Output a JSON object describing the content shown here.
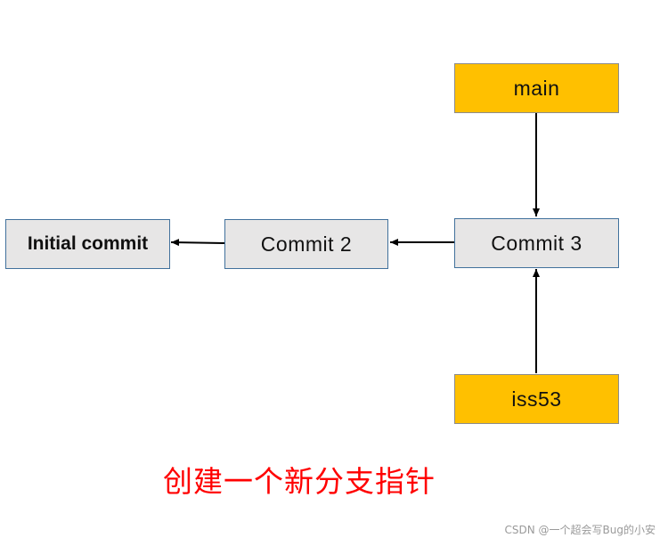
{
  "nodes": {
    "initial_commit": "Initial commit",
    "commit_2": "Commit 2",
    "commit_3": "Commit 3"
  },
  "branches": {
    "main": "main",
    "iss53": "iss53"
  },
  "caption": "创建一个新分支指针",
  "watermark": "CSDN @一个超会写Bug的小安",
  "colors": {
    "branch_fill": "#ffc000",
    "commit_fill": "#e7e6e6",
    "commit_border": "#41719c",
    "caption_color": "#ff0000",
    "arrow_color": "#000000"
  }
}
